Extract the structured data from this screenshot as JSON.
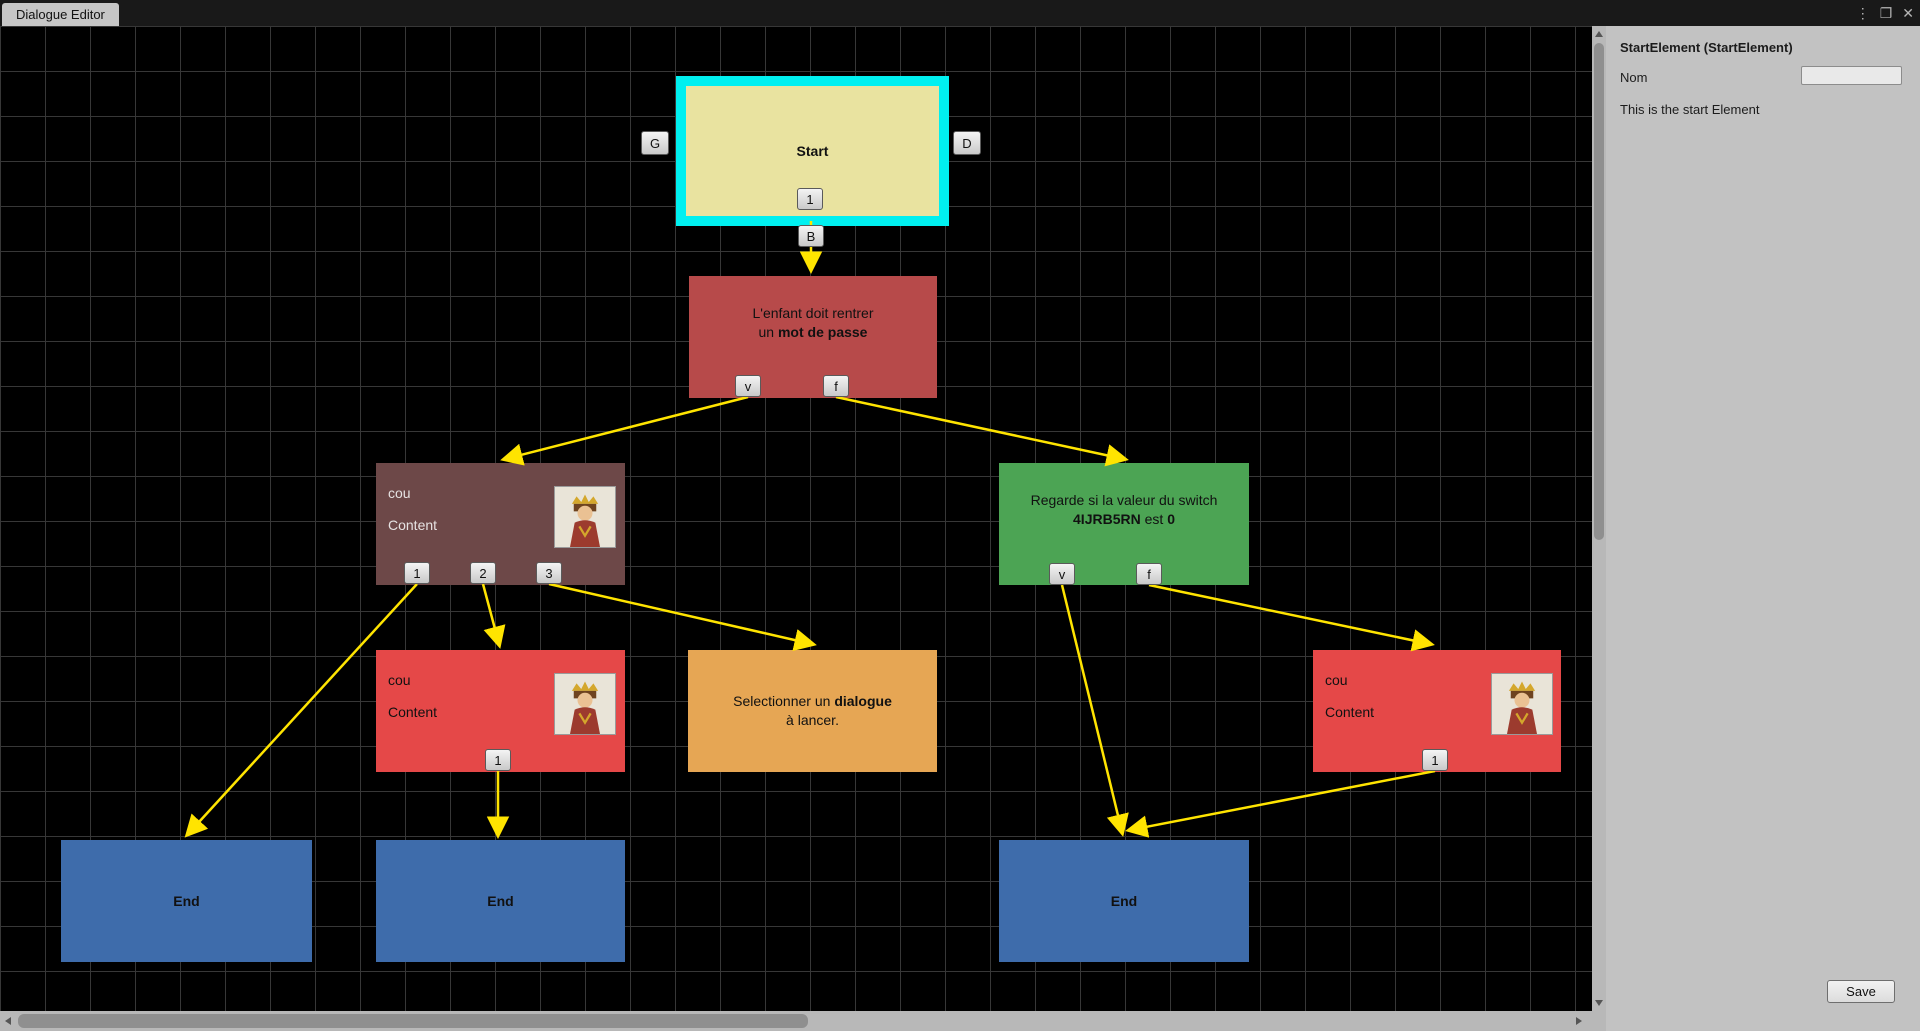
{
  "window": {
    "tab_title": "Dialogue Editor",
    "menu_icon": "⋮",
    "maximize_icon": "❐",
    "close_icon": "✕"
  },
  "inspector": {
    "title": "StartElement (StartElement)",
    "name_label": "Nom",
    "name_value": "",
    "description": "This is the start Element",
    "save_label": "Save"
  },
  "nodes": {
    "start": {
      "title": "Start",
      "g_button": "G",
      "d_button": "D",
      "output_button": "1",
      "b_button": "B"
    },
    "password": {
      "line1": "L'enfant doit rentrer",
      "line2_normal": "un ",
      "line2_bold": "mot de passe",
      "true_button": "v",
      "false_button": "f"
    },
    "dialogue_left": {
      "speaker": "cou",
      "content_label": "Content",
      "output1_button": "1",
      "output2_button": "2",
      "output3_button": "3"
    },
    "switch_check": {
      "line1": "Regarde si la valeur du switch",
      "bold_switch": "4IJRB5RN",
      "normal_mid": " est ",
      "bold_value": "0",
      "true_button": "v",
      "false_button": "f"
    },
    "dialogue_mid": {
      "speaker": "cou",
      "content_label": "Content",
      "output1_button": "1"
    },
    "dialogue_select": {
      "line1_normal": "Selectionner un ",
      "line1_bold": "dialogue",
      "line2": "à lancer."
    },
    "dialogue_right": {
      "speaker": "cou",
      "content_label": "Content",
      "output1_button": "1"
    },
    "end_left": {
      "title": "End"
    },
    "end_mid": {
      "title": "End"
    },
    "end_right": {
      "title": "End"
    }
  },
  "edges": [
    {
      "from": "start:B",
      "to": "password"
    },
    {
      "from": "password:v",
      "to": "dialogue_left"
    },
    {
      "from": "password:f",
      "to": "switch_check"
    },
    {
      "from": "dialogue_left:1",
      "to": "end_left"
    },
    {
      "from": "dialogue_left:2",
      "to": "dialogue_mid"
    },
    {
      "from": "dialogue_left:3",
      "to": "dialogue_select"
    },
    {
      "from": "dialogue_mid:1",
      "to": "end_mid"
    },
    {
      "from": "switch_check:v",
      "to": "end_right"
    },
    {
      "from": "switch_check:f",
      "to": "dialogue_right"
    },
    {
      "from": "dialogue_right:1",
      "to": "end_right"
    }
  ],
  "colors": {
    "edge": "#ffe400",
    "selection": "#00f0f0",
    "start_node": "#e9e3a0",
    "password_node": "#b74a4a",
    "dialogue_dark_node": "#6d4848",
    "switch_node": "#4ca454",
    "dialogue_node": "#e54848",
    "select_node": "#e6a654",
    "end_node": "#3e6cab"
  }
}
